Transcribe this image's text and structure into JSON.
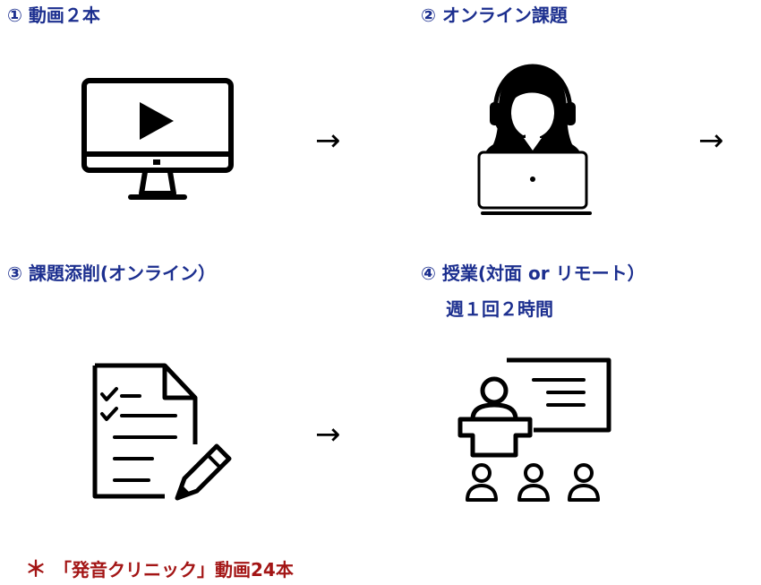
{
  "steps": [
    {
      "title": "① 動画２本",
      "icon": "video-monitor-icon"
    },
    {
      "title": "② オンライン課題",
      "icon": "online-learner-icon"
    },
    {
      "title": "③ 課題添削(オンライン）",
      "icon": "document-edit-icon"
    },
    {
      "title": "④ 授業(対面 or リモート）",
      "subtitle": "週１回２時間",
      "icon": "classroom-icon"
    }
  ],
  "arrow_glyph": "→",
  "note": {
    "asterisk": "＊",
    "text": "「発音クリニック」動画24本"
  },
  "colors": {
    "title": "#1c2f8f",
    "note": "#a31515",
    "icon": "#000000"
  }
}
